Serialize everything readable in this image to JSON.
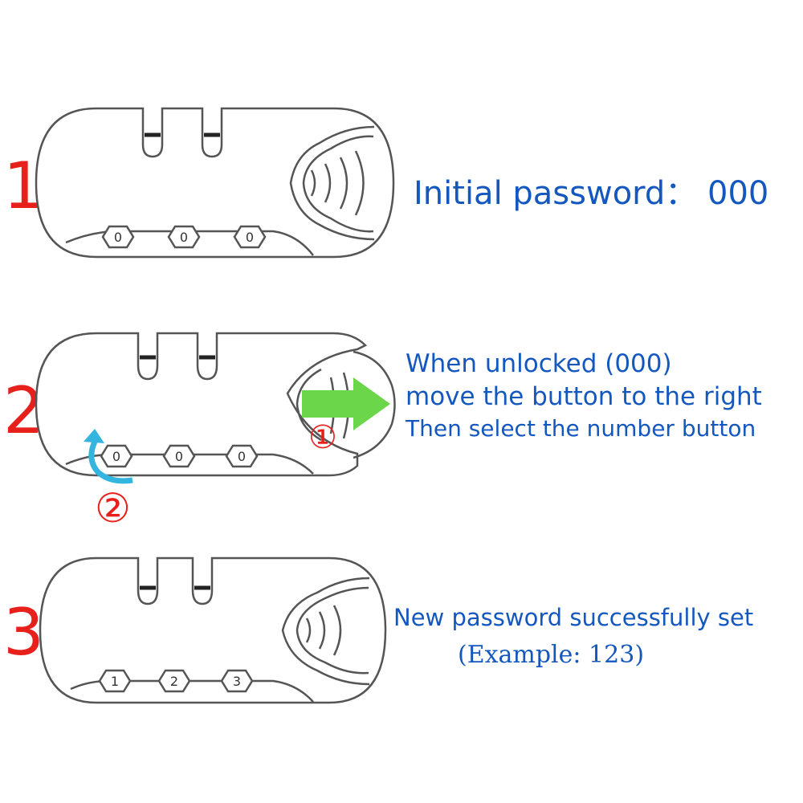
{
  "steps": [
    {
      "number": "1",
      "digits": [
        "0",
        "0",
        "0"
      ],
      "lines": [
        "Initial password： 000"
      ]
    },
    {
      "number": "2",
      "digits": [
        "0",
        "0",
        "0"
      ],
      "lines": [
        "When unlocked (000)",
        "move the button to the right",
        "Then select the number button"
      ],
      "markers": [
        "①",
        "②"
      ],
      "arrow_color": "#6cd64a",
      "rotate_color": "#33b5e0"
    },
    {
      "number": "3",
      "digits": [
        "1",
        "2",
        "3"
      ],
      "lines": [
        "New password successfully set",
        "(Example: 123)"
      ]
    }
  ],
  "colors": {
    "step_number": "#e8201c",
    "instruction_text": "#1458bf",
    "outline": "#555555"
  }
}
